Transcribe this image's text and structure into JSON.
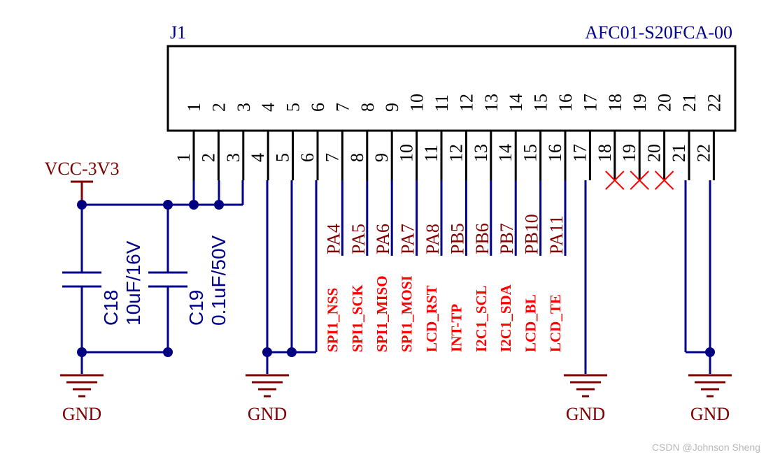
{
  "connector": {
    "designator": "J1",
    "part_number": "AFC01-S20FCA-00",
    "top_pins": [
      "1",
      "2",
      "3",
      "4",
      "5",
      "6",
      "7",
      "8",
      "9",
      "10",
      "11",
      "12",
      "13",
      "14",
      "15",
      "16",
      "17",
      "18",
      "19",
      "20",
      "21",
      "22"
    ],
    "lead_pins": [
      "1",
      "2",
      "3",
      "4",
      "5",
      "6",
      "7",
      "8",
      "9",
      "10",
      "11",
      "12",
      "13",
      "14",
      "15",
      "16",
      "17",
      "18",
      "19",
      "20",
      "21",
      "22"
    ]
  },
  "power_net": "VCC-3V3",
  "ground_label": "GND",
  "capacitors": [
    {
      "ref": "C18",
      "value": "10uF/16V"
    },
    {
      "ref": "C19",
      "value": "0.1uF/50V"
    }
  ],
  "net_labels": [
    "PA4",
    "PA5",
    "PA6",
    "PA7",
    "PA8",
    "PB5",
    "PB6",
    "PB7",
    "PB10",
    "PA11"
  ],
  "signal_names": [
    "SPI1_NSS",
    "SPI1_SCK",
    "SPI1_MISO",
    "SPI1_MOSI",
    "LCD_RST",
    "INT-TP",
    "I2C1_SCL",
    "I2C1_SDA",
    "LCD_BL",
    "LCD_TE"
  ],
  "colors": {
    "body": "#000000",
    "wire": "#00008b",
    "power": "#800000",
    "signal": "#ff0000",
    "junction": "#000080",
    "noconnect": "#ff0000"
  },
  "watermark": "CSDN @Johnson Sheng"
}
